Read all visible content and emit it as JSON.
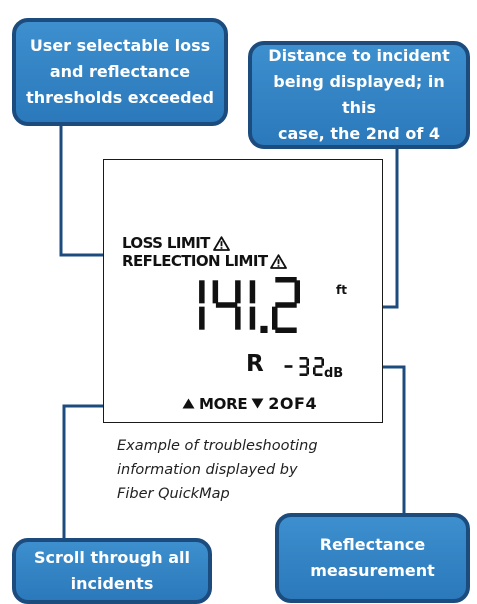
{
  "callouts": {
    "top_left": "User selectable loss\nand reflectance\nthresholds exceeded",
    "top_right": "Distance to incident\nbeing displayed; in this\ncase, the 2nd of 4",
    "bottom_left": "Scroll through all\nincidents",
    "bottom_right": "Reflectance\nmeasurement"
  },
  "display": {
    "loss_limit": "LOSS LIMIT",
    "reflection_limit": "REFLECTION LIMIT",
    "distance": "141.2",
    "distance_unit": "ft",
    "reflectance_label": "R",
    "reflectance_value": "-32",
    "reflectance_unit": "dB",
    "more_label": "MORE",
    "incident_position": "2OF4"
  },
  "caption": "Example of troubleshooting\ninformation displayed by\nFiber QuickMap",
  "colors": {
    "callout_fill": "#3d8fce",
    "callout_border": "#1c4b7e",
    "connector": "#1c4b7e",
    "lcd_text": "#111111"
  },
  "icons": {
    "warning": "warning-triangle-icon",
    "up": "triangle-up-icon",
    "down": "triangle-down-icon"
  }
}
